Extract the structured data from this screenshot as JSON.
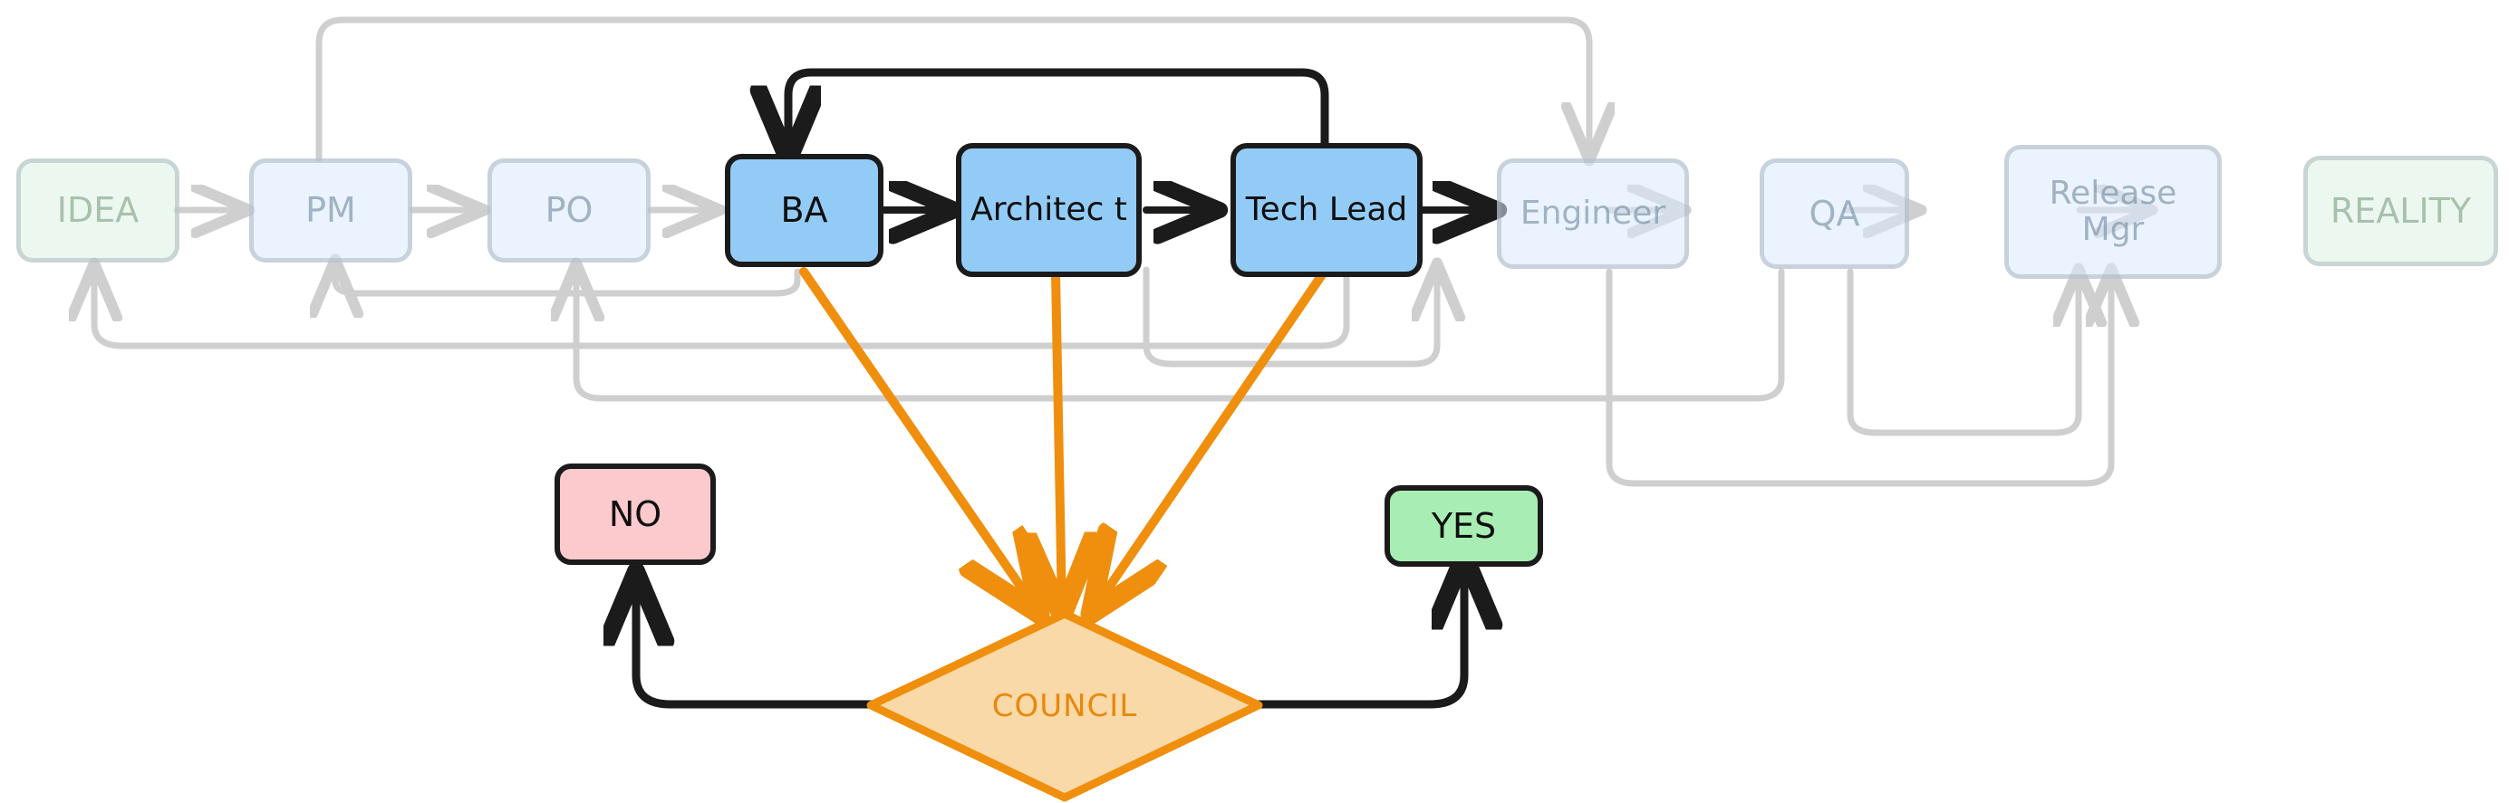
{
  "diagram": {
    "title": "Agile role pipeline with COUNCIL decision gate",
    "type": "flowchart",
    "orientation": "left-to-right",
    "palette": {
      "active_node_fill": "#93cbf7",
      "active_node_stroke": "#1b1b1b",
      "faded_node_fill": "#dbeafe",
      "faded_node_stroke": "#9eaab4",
      "terminal_fill": "#dcf3e1",
      "no_fill": "#fcc9cd",
      "yes_fill": "#a8eeb4",
      "council_fill": "#fad9a8",
      "council_stroke": "#ef8f0d",
      "council_text": "#e8880c",
      "highlight_edge": "#ef8f0d",
      "active_edge": "#1b1b1b",
      "faded_edge": "#cfcfcf"
    },
    "pipeline": [
      {
        "id": "idea",
        "label": "IDEA",
        "state": "faded",
        "style": "green"
      },
      {
        "id": "pm",
        "label": "PM",
        "state": "faded",
        "style": "blue"
      },
      {
        "id": "po",
        "label": "PO",
        "state": "faded",
        "style": "blue"
      },
      {
        "id": "ba",
        "label": "BA",
        "state": "active",
        "style": "blue"
      },
      {
        "id": "architect",
        "label": "Architec t",
        "state": "active",
        "style": "blue"
      },
      {
        "id": "techlead",
        "label": "Tech Lead",
        "state": "active",
        "style": "blue"
      },
      {
        "id": "engineer",
        "label": "Engineer",
        "state": "faded",
        "style": "blue"
      },
      {
        "id": "qa",
        "label": "QA",
        "state": "faded",
        "style": "blue"
      },
      {
        "id": "releasemgr",
        "label": "Release Mgr",
        "state": "faded",
        "style": "blue"
      },
      {
        "id": "reality",
        "label": "REALITY",
        "state": "faded",
        "style": "green"
      }
    ],
    "decision": {
      "id": "council",
      "label": "COUNCIL",
      "shape": "diamond",
      "inputs": [
        "ba",
        "architect",
        "techlead"
      ],
      "outcomes": [
        {
          "id": "no",
          "label": "NO",
          "side": "left",
          "style": "pink"
        },
        {
          "id": "yes",
          "label": "YES",
          "side": "right",
          "style": "mint"
        }
      ]
    },
    "edges_forward": [
      {
        "from": "idea",
        "to": "pm",
        "state": "faded"
      },
      {
        "from": "pm",
        "to": "po",
        "state": "faded"
      },
      {
        "from": "po",
        "to": "ba",
        "state": "faded"
      },
      {
        "from": "ba",
        "to": "architect",
        "state": "active"
      },
      {
        "from": "architect",
        "to": "techlead",
        "state": "active"
      },
      {
        "from": "techlead",
        "to": "engineer",
        "state": "active"
      },
      {
        "from": "engineer",
        "to": "qa",
        "state": "faded"
      },
      {
        "from": "qa",
        "to": "releasemgr",
        "state": "faded"
      },
      {
        "from": "releasemgr",
        "to": "reality",
        "state": "faded"
      }
    ],
    "edges_feedback": [
      {
        "from": "pm",
        "to": "engineer",
        "state": "faded",
        "route": "over-top"
      },
      {
        "from": "techlead",
        "to": "ba",
        "state": "active",
        "route": "over-top"
      },
      {
        "from": "ba",
        "to": "pm",
        "state": "faded",
        "route": "under-short"
      },
      {
        "from": "techlead",
        "to": "idea",
        "state": "faded",
        "route": "under-long"
      },
      {
        "from": "engineer",
        "to": "techlead",
        "state": "faded",
        "route": "under-short"
      },
      {
        "from": "qa",
        "to": "architect",
        "state": "faded",
        "route": "under-mid"
      },
      {
        "from": "releasemgr",
        "to": "engineer",
        "state": "faded",
        "route": "under-deep"
      },
      {
        "from": "releasemgr",
        "to": "qa",
        "state": "faded",
        "route": "under-mid"
      }
    ],
    "edges_council": [
      {
        "from": "ba",
        "to": "council",
        "state": "highlight"
      },
      {
        "from": "architect",
        "to": "council",
        "state": "highlight"
      },
      {
        "from": "techlead",
        "to": "council",
        "state": "highlight"
      },
      {
        "from": "council",
        "to": "no",
        "state": "active"
      },
      {
        "from": "council",
        "to": "yes",
        "state": "active"
      }
    ]
  }
}
